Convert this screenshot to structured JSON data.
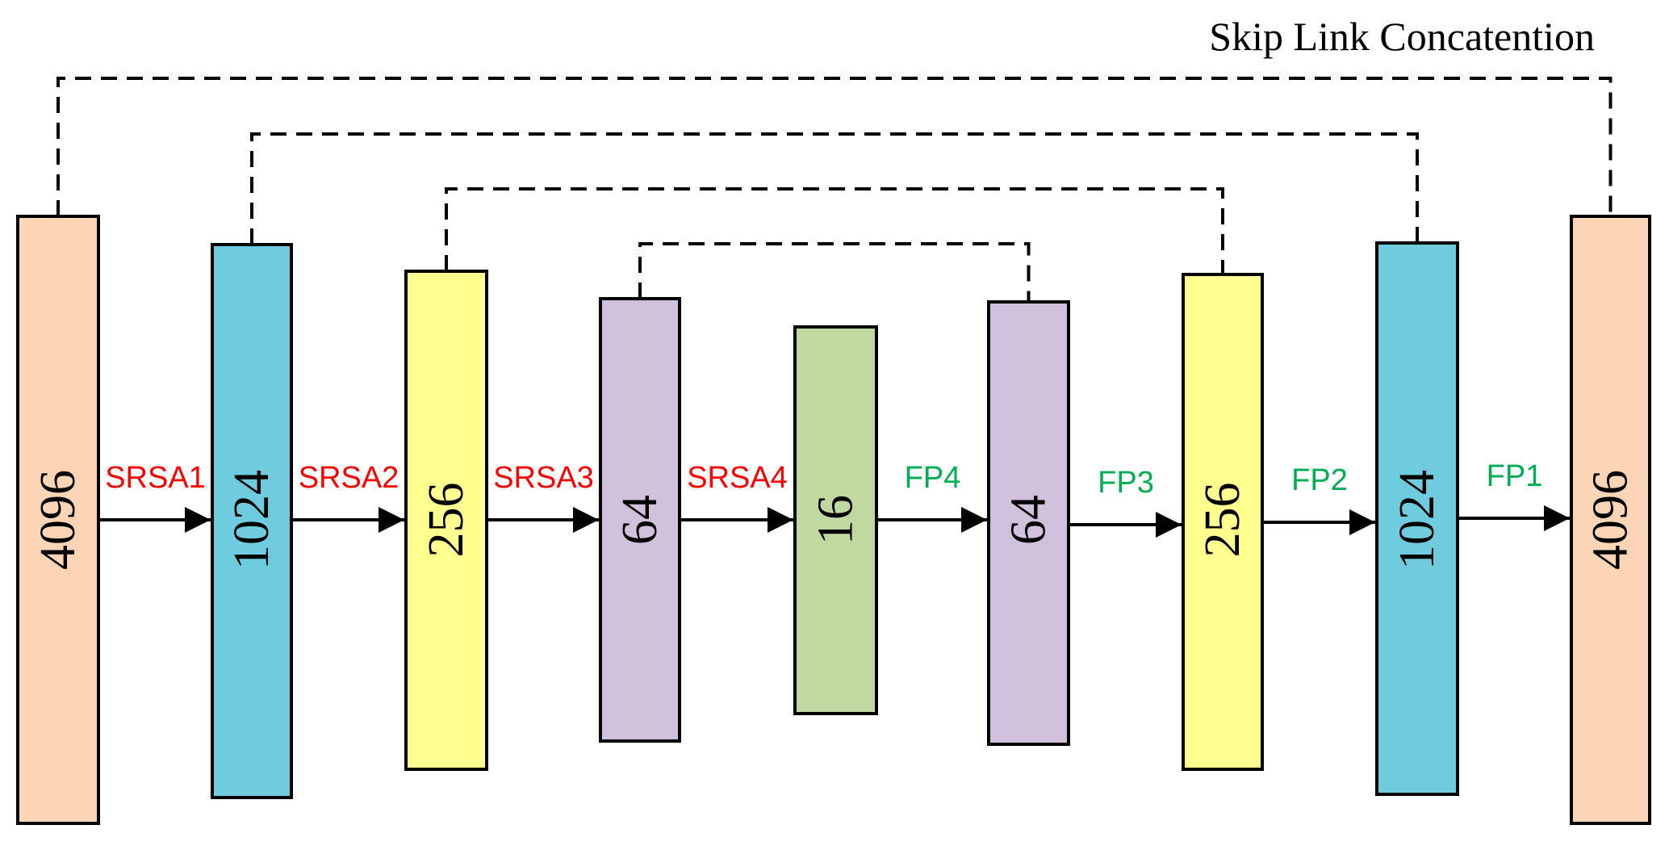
{
  "title": "Skip Link Concatention",
  "colors": {
    "block_4096": "#FBD5B5",
    "block_1024": "#6FCCDE",
    "block_256": "#FFFF90",
    "block_64": "#D1C1DD",
    "block_16": "#C1D9A0",
    "encoder_label": "#FF0000",
    "decoder_label": "#00B050"
  },
  "blocks": [
    {
      "label": "4096",
      "color_key": "block_4096"
    },
    {
      "label": "1024",
      "color_key": "block_1024"
    },
    {
      "label": "256",
      "color_key": "block_256"
    },
    {
      "label": "64",
      "color_key": "block_64"
    },
    {
      "label": "16",
      "color_key": "block_16"
    },
    {
      "label": "64",
      "color_key": "block_64"
    },
    {
      "label": "256",
      "color_key": "block_256"
    },
    {
      "label": "1024",
      "color_key": "block_1024"
    },
    {
      "label": "4096",
      "color_key": "block_4096"
    }
  ],
  "operations": [
    {
      "label": "SRSA1",
      "stage": "encoder"
    },
    {
      "label": "SRSA2",
      "stage": "encoder"
    },
    {
      "label": "SRSA3",
      "stage": "encoder"
    },
    {
      "label": "SRSA4",
      "stage": "encoder"
    },
    {
      "label": "FP4",
      "stage": "decoder"
    },
    {
      "label": "FP3",
      "stage": "decoder"
    },
    {
      "label": "FP2",
      "stage": "decoder"
    },
    {
      "label": "FP1",
      "stage": "decoder"
    }
  ],
  "skip_links": [
    {
      "from": 0,
      "to": 8
    },
    {
      "from": 1,
      "to": 7
    },
    {
      "from": 2,
      "to": 6
    },
    {
      "from": 3,
      "to": 5
    }
  ]
}
